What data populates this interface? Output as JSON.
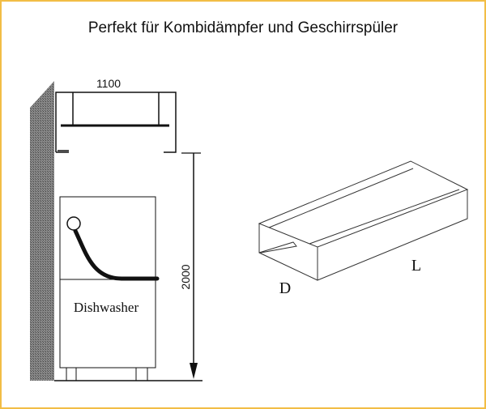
{
  "title": "Perfekt für Kombidämpfer und Geschirrspüler",
  "diagram": {
    "hood_width_label": "1100",
    "height_label": "2000",
    "appliance_label": "Dishwasher",
    "depth_label": "D",
    "length_label": "L"
  },
  "colors": {
    "border": "#f2bd45",
    "wall": "#666666",
    "line": "#111111"
  }
}
